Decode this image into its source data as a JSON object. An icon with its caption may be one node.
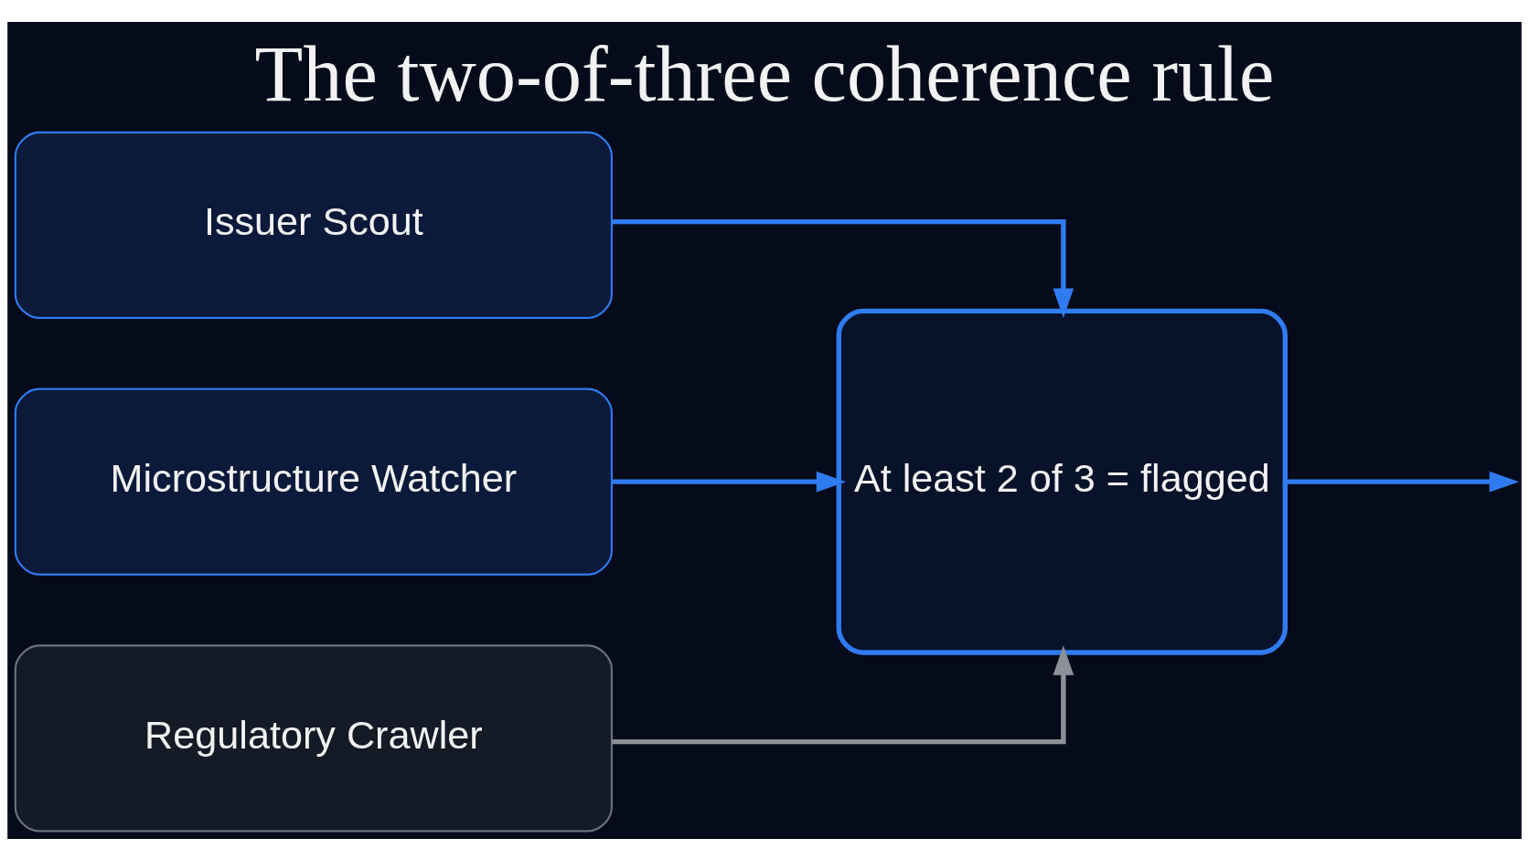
{
  "diagram": {
    "title": "The two-of-three coherence rule",
    "nodes": [
      {
        "text": [
          "Issuer Scout"
        ]
      },
      {
        "text": [
          "Microstructure Watcher"
        ]
      },
      {
        "text": [
          "Regulatory Crawler"
        ]
      },
      {
        "text": [
          "At least 2 of 3 = flagged"
        ]
      }
    ],
    "edges": [
      {
        "from": 0,
        "to": 3,
        "arrow": "to"
      },
      {
        "from": 1,
        "to": 3,
        "arrow": "to"
      },
      {
        "from": 2,
        "to": 3,
        "arrow": "to",
        "color": "#8c9099"
      },
      {
        "from": 3,
        "to": null,
        "arrow": "to"
      }
    ]
  }
}
